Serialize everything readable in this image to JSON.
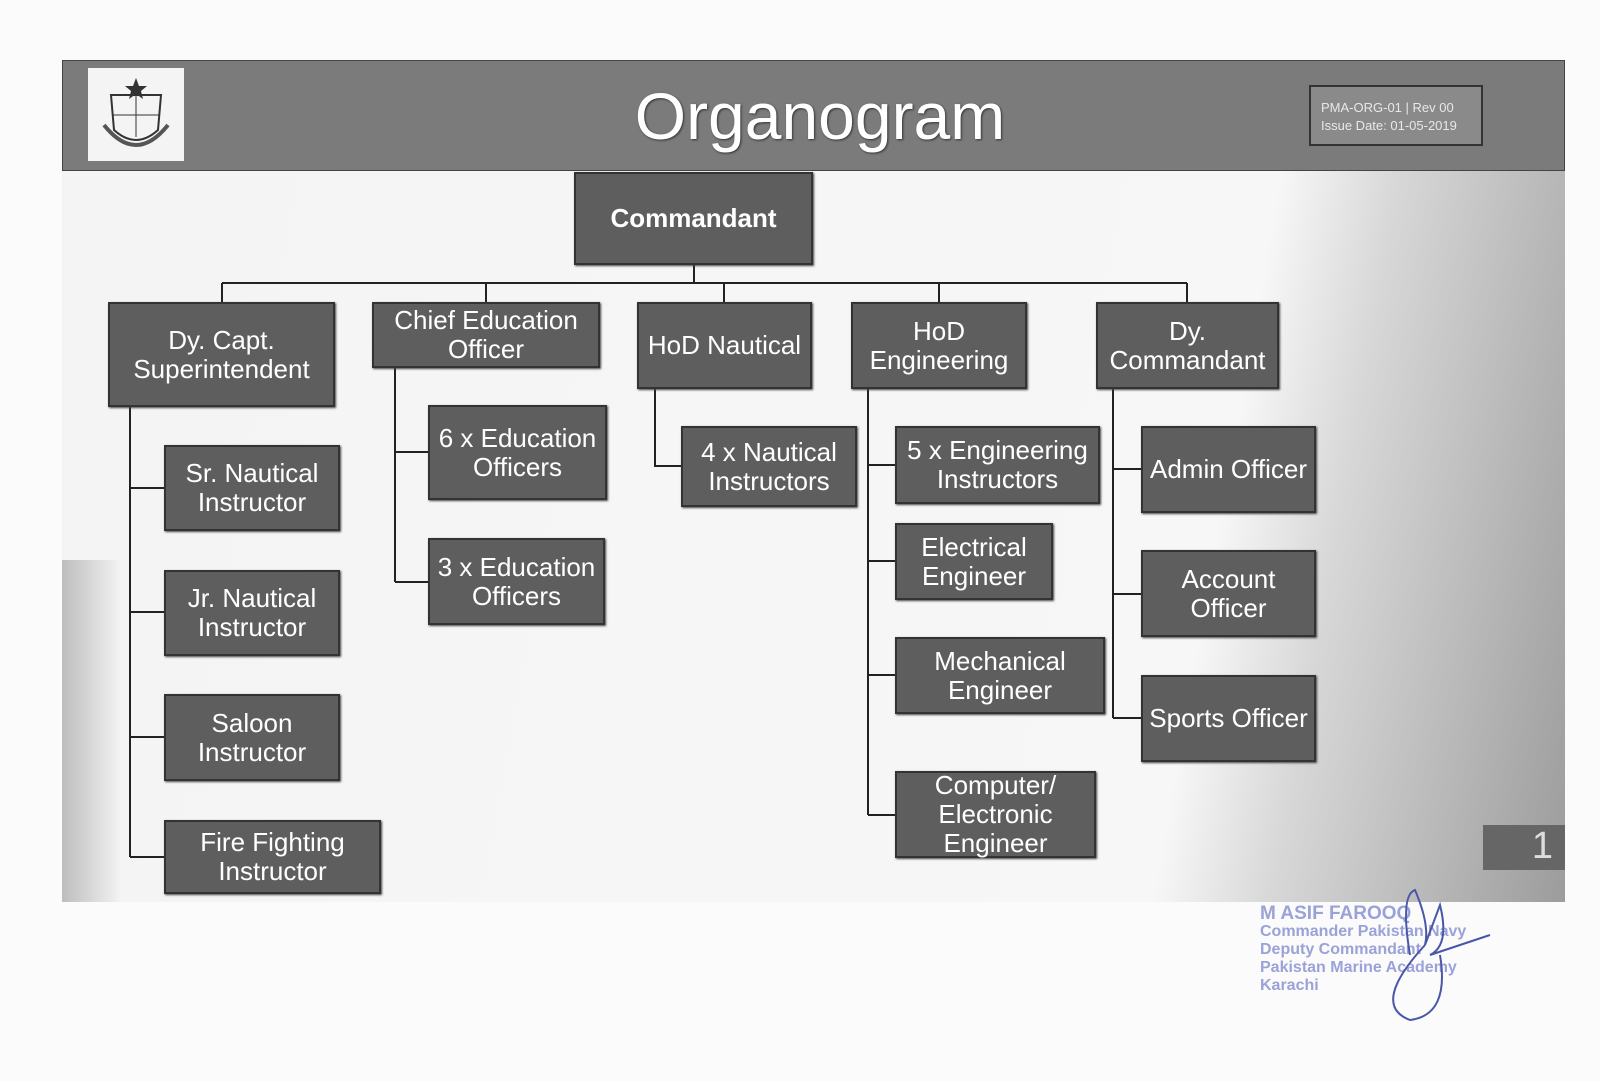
{
  "header": {
    "title": "Organogram",
    "doc_ref": "PMA-ORG-01 | Rev 00",
    "issue_date": "Issue Date: 01-05-2019"
  },
  "root": "Commandant",
  "departments": [
    {
      "head": "Dy. Capt. Superintendent",
      "children": [
        "Sr. Nautical Instructor",
        "Jr. Nautical Instructor",
        "Saloon Instructor",
        "Fire Fighting Instructor"
      ]
    },
    {
      "head": "Chief Education Officer",
      "children": [
        "6 x Education Officers",
        "3 x Education Officers"
      ]
    },
    {
      "head": "HoD Nautical",
      "children": [
        "4 x Nautical Instructors"
      ]
    },
    {
      "head": "HoD Engineering",
      "children": [
        "5 x Engineering Instructors",
        "Electrical Engineer",
        "Mechanical Engineer",
        "Computer/ Electronic Engineer"
      ]
    },
    {
      "head": "Dy. Commandant",
      "children": [
        "Admin Officer",
        "Account Officer",
        "Sports Officer"
      ]
    }
  ],
  "page_number": "1",
  "stamp": {
    "name": "M ASIF FAROOQ",
    "rank": "Commander Pakistan Navy",
    "post": "Deputy Commandant",
    "org": "Pakistan Marine Academy",
    "city": "Karachi"
  }
}
